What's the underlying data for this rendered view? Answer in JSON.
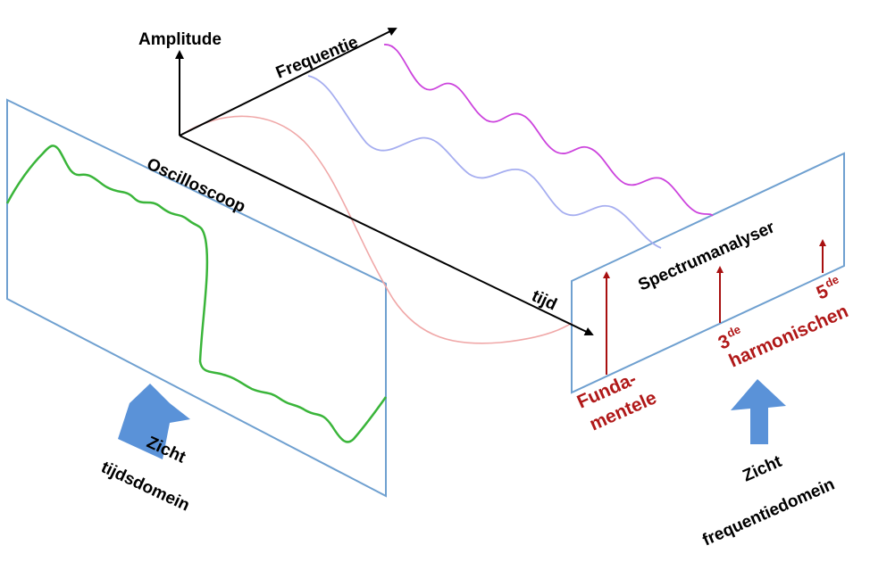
{
  "colors": {
    "axis": "#000000",
    "panel": "#6fa0d0",
    "green": "#3ab53a",
    "red_wave": "#f0a8a8",
    "blue_wave": "#a6aef0",
    "magenta_wave": "#cc44dd",
    "harmonic_arrow": "#a81010",
    "red_text": "#b01818",
    "view_arrow": "#5a92d8"
  },
  "axes": {
    "amplitude": "Amplitude",
    "frequency": "Frequentie",
    "time": "tijd"
  },
  "panels": {
    "oscilloscope": "Oscilloscoop",
    "spectrum": "Spectrumanalyser"
  },
  "harmonics": {
    "fundamental_line1": "Funda-",
    "fundamental_line2": "mentele",
    "third": "3",
    "third_sup": "de",
    "fifth": "5",
    "fifth_sup": "de",
    "harmonics_label": "harmonischen"
  },
  "views": {
    "time_line1": "Zicht",
    "time_line2": "tijdsdomein",
    "freq_line1": "Zicht",
    "freq_line2": "frequentiedomein"
  }
}
